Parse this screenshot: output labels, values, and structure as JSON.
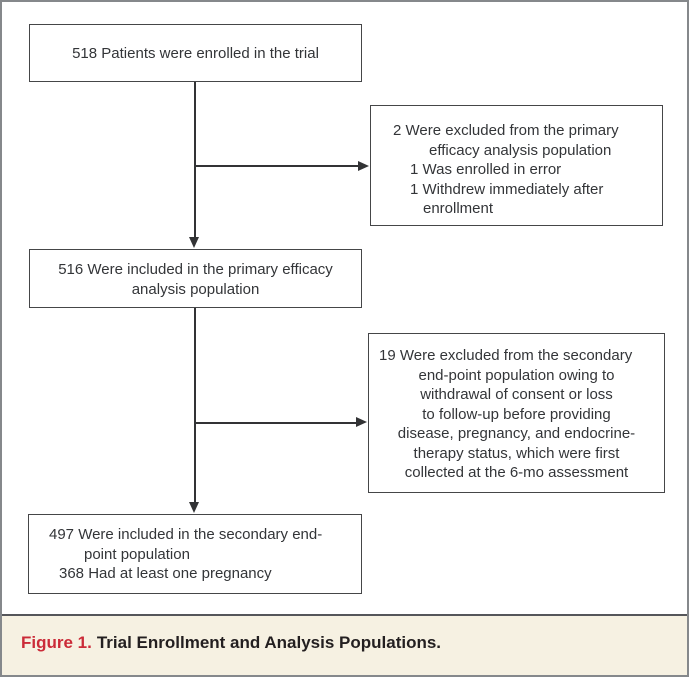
{
  "figure": {
    "caption": {
      "label": "Figure 1.",
      "title": "Trial Enrollment and Analysis Populations."
    },
    "colors": {
      "caption_label_red": "#cb2b38",
      "caption_background": "#f6f1e2",
      "box_border": "#454648",
      "connector": "#323335",
      "outer_border": "#85888b",
      "text": "#333538"
    },
    "boxes": {
      "enrolled": {
        "lines": [
          "518 Patients were enrolled in the trial"
        ]
      },
      "excluded_primary": {
        "lines": [
          "2 Were excluded from the primary",
          "efficacy analysis population",
          "1 Was enrolled in error",
          "1 Withdrew immediately after",
          "enrollment"
        ]
      },
      "primary_population": {
        "lines": [
          "516 Were included in the primary efficacy",
          "analysis population"
        ]
      },
      "excluded_secondary": {
        "lines": [
          "19 Were excluded from the secondary",
          "end-point population owing to",
          "withdrawal of consent or loss",
          "to follow-up before providing",
          "disease, pregnancy, and endocrine-",
          "therapy status, which were first",
          "collected at the 6-mo assessment"
        ]
      },
      "secondary_population": {
        "lines": [
          "497 Were included in the secondary end-",
          "point population",
          "368 Had at least one pregnancy"
        ]
      }
    }
  }
}
